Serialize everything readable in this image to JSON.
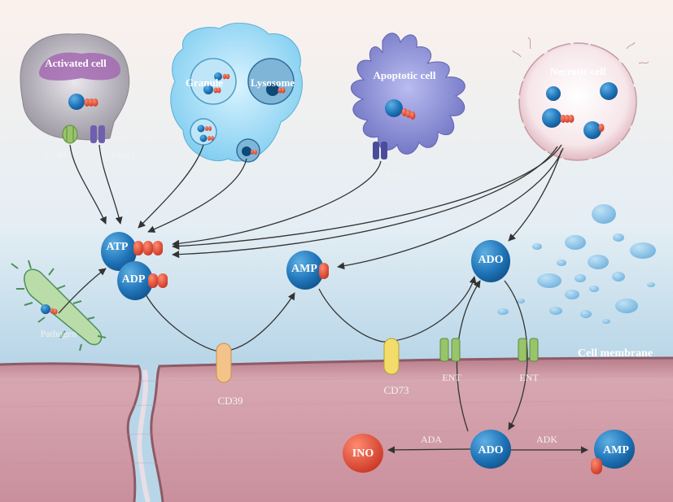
{
  "cells": {
    "activated": "Activated cell",
    "granule": "Granule",
    "lysosome": "Lysosome",
    "apoptotic": "Apoptotic cell",
    "necrotic": "Necrotic cell",
    "pathogen": "Pathogen"
  },
  "channels": {
    "cx43": "Cx43",
    "panx1_activated": "Panx1",
    "panx1_apoptotic": "Panx1",
    "ent_left": "ENT",
    "ent_right": "ENT"
  },
  "enzymes": {
    "cd39": "CD39",
    "cd73": "CD73",
    "ada": "ADA",
    "adk": "ADK"
  },
  "molecules": {
    "atp": "ATP",
    "adp": "ADP",
    "amp_extracellular": "AMP",
    "ado_extracellular": "ADO",
    "ado_intracellular": "ADO",
    "ino": "INO",
    "amp_intracellular": "AMP"
  },
  "membrane": "Cell membrane",
  "colors": {
    "molecule_blue": "#1f74b8",
    "phosphate_red": "#d9402c",
    "ino_red": "#e05a45",
    "membrane_pink": "#c98f9c",
    "cell_grey": "#9e9aa3",
    "apoptotic_purple": "#7b7fc8",
    "granule_cyan": "#8fd3f0",
    "channel_green": "#98c46a",
    "cd39_orange": "#f3c38a",
    "cd73_yellow": "#f3dc6a"
  }
}
